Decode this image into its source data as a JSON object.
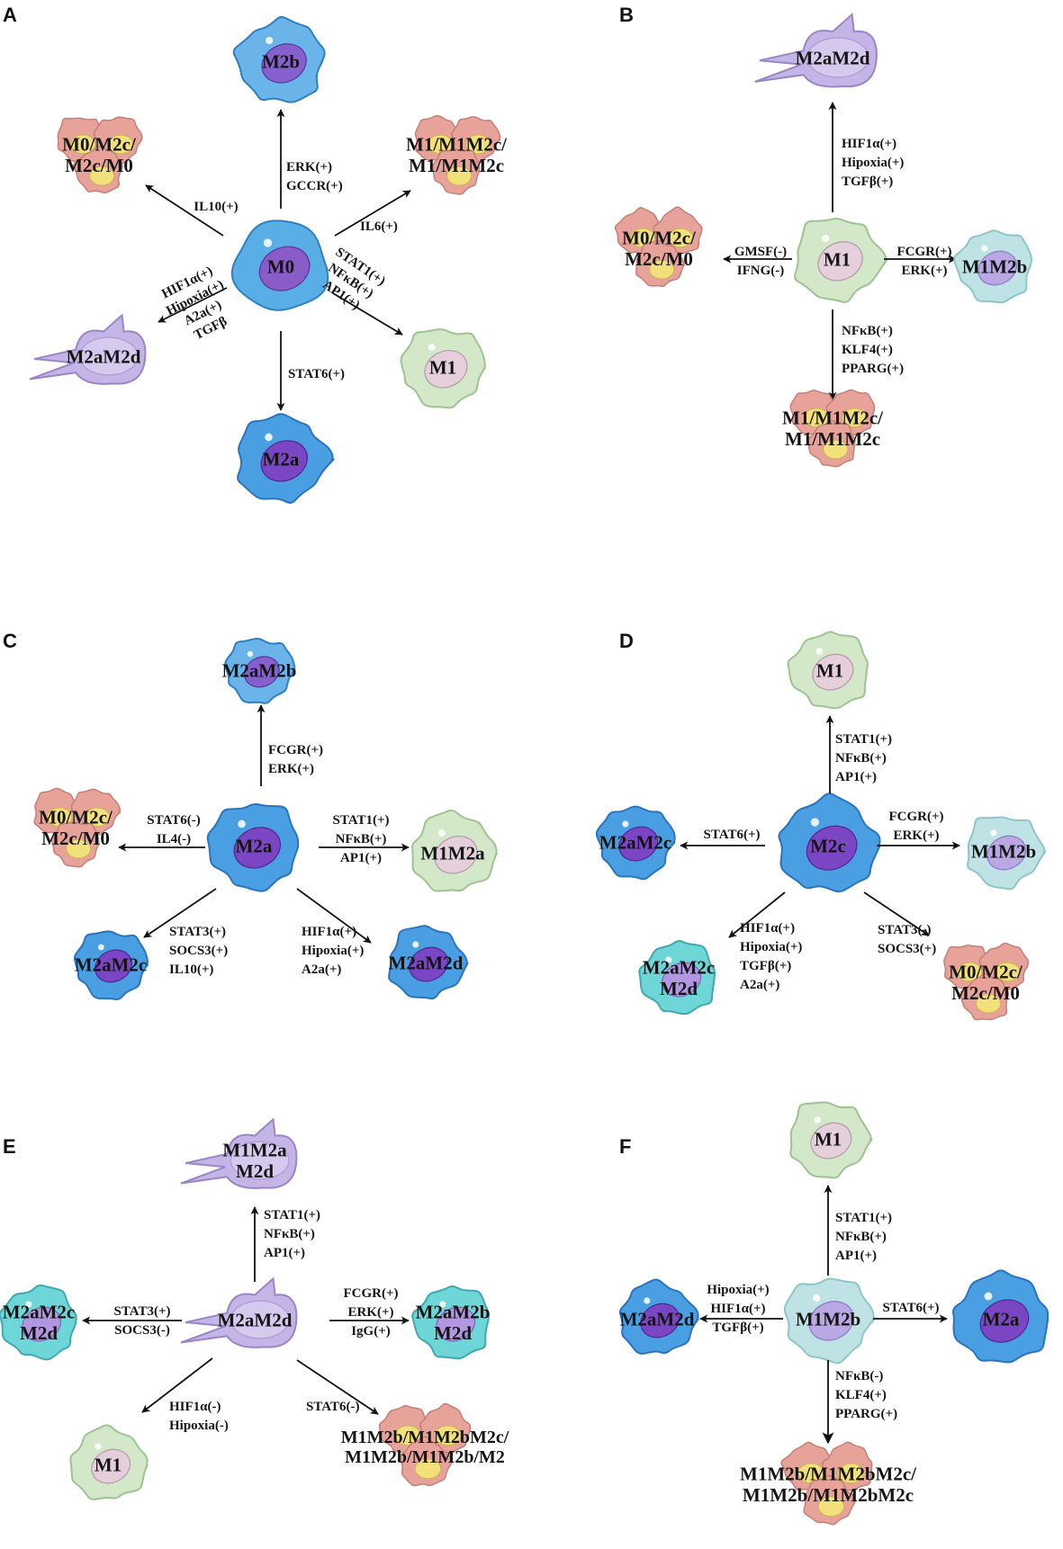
{
  "colors": {
    "M0": {
      "body": "#5aaee6",
      "edge": "#2f7fc4",
      "nucleus": "#8a5cc8",
      "nucleus_edge": "#5a3396"
    },
    "M1": {
      "body": "#d3e8c8",
      "edge": "#9ec392",
      "nucleus": "#e4cfda",
      "nucleus_edge": "#b39aa6"
    },
    "M2a": {
      "body": "#4a9fe2",
      "edge": "#2a74be",
      "nucleus": "#7a46c4",
      "nucleus_edge": "#4e2692"
    },
    "M2b": {
      "body": "#6bb4ea",
      "edge": "#2f7fc4",
      "nucleus": "#8660cc",
      "nucleus_edge": "#573698"
    },
    "M2c": {
      "body": "#4a9fe2",
      "edge": "#2a74be",
      "nucleus": "#7a46c4",
      "nucleus_edge": "#4e2692"
    },
    "M2aM2d": {
      "body": "#c5b4e6",
      "edge": "#9a85c8",
      "nucleus": "#d8cdf0",
      "nucleus_edge": "#a896d2"
    },
    "M1M2b": {
      "body": "#bfe3e5",
      "edge": "#8ec6c8",
      "nucleus": "#b9a8e4",
      "nucleus_edge": "#8a78c4"
    },
    "M2aM2c_teal": {
      "body": "#6ed6d6",
      "edge": "#3fa8b0",
      "nucleus": "#b196e0",
      "nucleus_edge": "#7e62bc"
    },
    "cluster_red": "#e7a39a",
    "cluster_nucleus": "#f2e07a",
    "arrow": "#111111"
  },
  "panels": [
    {
      "letter": "A",
      "center": {
        "label": "M0",
        "type": "M0"
      },
      "satellites": [
        {
          "label": "M2b",
          "type": "M2b",
          "conditions": [
            "ERK(+)",
            "GCCR(+)"
          ]
        },
        {
          "label": [
            "M1/M1M2c/",
            "M1/M1M2c"
          ],
          "type": "cluster",
          "conditions": [
            "IL6(+)"
          ]
        },
        {
          "label": "M1",
          "type": "M1",
          "conditions": [
            "STAT1(+)",
            "NFκB(+)",
            "AP1(+)"
          ]
        },
        {
          "label": "M2a",
          "type": "M2a",
          "conditions": [
            "STAT6(+)"
          ]
        },
        {
          "label": "M2aM2d",
          "type": "M2aM2d",
          "conditions": [
            "HIF1α(+)",
            "Hipoxia(+)",
            "A2a(+)",
            "TGFβ"
          ]
        },
        {
          "label": [
            "M0/M2c/",
            "M2c/M0"
          ],
          "type": "cluster",
          "conditions": [
            "IL10(+)"
          ]
        }
      ]
    },
    {
      "letter": "B",
      "center": {
        "label": "M1",
        "type": "M1"
      },
      "satellites": [
        {
          "label": "M2aM2d",
          "type": "M2aM2d",
          "conditions": [
            "HIF1α(+)",
            "Hipoxia(+)",
            "TGFβ(+)"
          ]
        },
        {
          "label": "M1M2b",
          "type": "M1M2b",
          "conditions": [
            "FCGR(+)",
            "ERK(+)"
          ]
        },
        {
          "label": [
            "M1/M1M2c/",
            "M1/M1M2c"
          ],
          "type": "cluster",
          "conditions": [
            "NFκB(+)",
            "KLF4(+)",
            "PPARG(+)"
          ]
        },
        {
          "label": [
            "M0/M2c/",
            "M2c/M0"
          ],
          "type": "cluster",
          "conditions": [
            "GMSF(-)",
            "IFNG(-)"
          ]
        }
      ]
    },
    {
      "letter": "C",
      "center": {
        "label": "M2a",
        "type": "M2a"
      },
      "satellites": [
        {
          "label": "M2aM2b",
          "type": "M2b",
          "conditions": [
            "FCGR(+)",
            "ERK(+)"
          ]
        },
        {
          "label": "M1M2a",
          "type": "M1",
          "conditions": [
            "STAT1(+)",
            "NFκB(+)",
            "AP1(+)"
          ]
        },
        {
          "label": "M2aM2d",
          "type": "M2a",
          "conditions": [
            "HIF1α(+)",
            "Hipoxia(+)",
            "A2a(+)"
          ]
        },
        {
          "label": "M2aM2c",
          "type": "M2a",
          "conditions": [
            "STAT3(+)",
            "SOCS3(+)",
            "IL10(+)"
          ]
        },
        {
          "label": [
            "M0/M2c/",
            "M2c/M0"
          ],
          "type": "cluster",
          "conditions": [
            "STAT6(-)",
            "IL4(-)"
          ]
        }
      ]
    },
    {
      "letter": "D",
      "center": {
        "label": "M2c",
        "type": "M2c"
      },
      "satellites": [
        {
          "label": "M1",
          "type": "M1",
          "conditions": [
            "STAT1(+)",
            "NFκB(+)",
            "AP1(+)"
          ]
        },
        {
          "label": "M1M2b",
          "type": "M1M2b",
          "conditions": [
            "FCGR(+)",
            "ERK(+)"
          ]
        },
        {
          "label": [
            "M0/M2c/",
            "M2c/M0"
          ],
          "type": "cluster",
          "conditions": [
            "STAT3(-)",
            "SOCS3(+)"
          ]
        },
        {
          "label": [
            "M2aM2c",
            "M2d"
          ],
          "type": "M2aM2c_teal",
          "conditions": [
            "HIF1α(+)",
            "Hipoxia(+)",
            "TGFβ(+)",
            "A2a(+)"
          ]
        },
        {
          "label": "M2aM2c",
          "type": "M2a",
          "conditions": [
            "STAT6(+)"
          ]
        }
      ]
    },
    {
      "letter": "E",
      "center": {
        "label": "M2aM2d",
        "type": "M2aM2d"
      },
      "satellites": [
        {
          "label": [
            "M1M2a",
            "M2d"
          ],
          "type": "M2aM2d",
          "conditions": [
            "STAT1(+)",
            "NFκB(+)",
            "AP1(+)"
          ]
        },
        {
          "label": [
            "M2aM2b",
            "M2d"
          ],
          "type": "M2aM2c_teal",
          "conditions": [
            "FCGR(+)",
            "ERK(+)",
            "IgG(+)"
          ]
        },
        {
          "label": [
            "M1M2b/M1M2bM2c/",
            "M1M2b/M1M2b/M2"
          ],
          "type": "cluster",
          "conditions": [
            "STAT6(-)"
          ]
        },
        {
          "label": "M1",
          "type": "M1",
          "conditions": [
            "HIF1α(-)",
            "Hipoxia(-)"
          ]
        },
        {
          "label": [
            "M2aM2c",
            "M2d"
          ],
          "type": "M2aM2c_teal",
          "conditions": [
            "STAT3(+)",
            "SOCS3(-)"
          ]
        }
      ]
    },
    {
      "letter": "F",
      "center": {
        "label": "M1M2b",
        "type": "M1M2b"
      },
      "satellites": [
        {
          "label": "M1",
          "type": "M1",
          "conditions": [
            "STAT1(+)",
            "NFκB(+)",
            "AP1(+)"
          ]
        },
        {
          "label": "M2a",
          "type": "M2a",
          "conditions": [
            "STAT6(+)"
          ]
        },
        {
          "label": [
            "M1M2b/M1M2bM2c/",
            "M1M2b/M1M2bM2c"
          ],
          "type": "cluster",
          "conditions": [
            "NFκB(-)",
            "KLF4(+)",
            "PPARG(+)"
          ]
        },
        {
          "label": "M2aM2d",
          "type": "M2a",
          "conditions": [
            "Hipoxia(+)",
            "HIF1α(+)",
            "TGFβ(+)"
          ]
        }
      ]
    }
  ]
}
